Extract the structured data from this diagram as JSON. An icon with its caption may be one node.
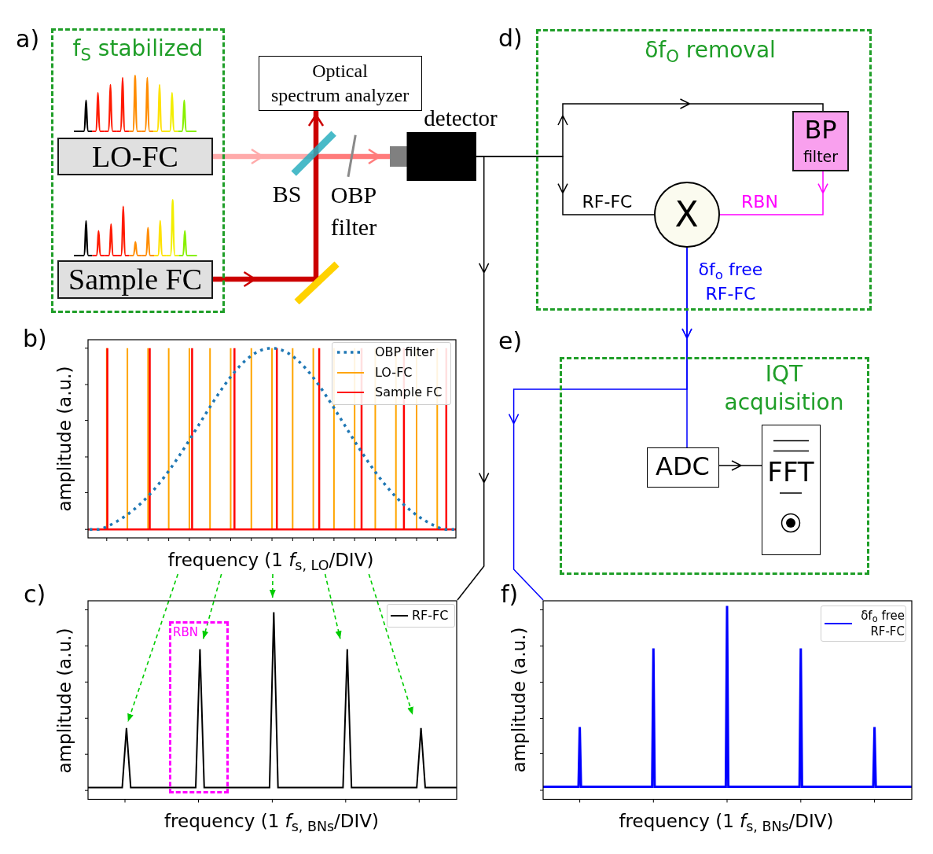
{
  "diagram": {
    "nodes": [
      {
        "text": [
          "f$_{S}$ stabilized"
        ]
      },
      {
        "text": [
          "LO-FC"
        ],
        "in": 0
      },
      {
        "text": [
          "Sample FC"
        ],
        "in": 0
      },
      {
        "text": [
          "Optical spectrum analyzer"
        ]
      },
      {
        "text": [],
        "shape": "bar",
        "beside": [
          "BS"
        ]
      },
      {
        "text": [],
        "shape": "bar",
        "beside": [
          "OBP filter"
        ]
      },
      {
        "text": [],
        "shape": "bar"
      },
      {
        "text": [],
        "shape": "box",
        "beside": [
          "detector"
        ]
      },
      {
        "text": [
          "δf$_{O}$ removal"
        ]
      },
      {
        "text": [
          "BP",
          "filter"
        ],
        "in": 8
      },
      {
        "text": [
          "X"
        ],
        "in": 8
      },
      {
        "text": [
          "IQT acquisition"
        ]
      },
      {
        "text": [
          "ADC"
        ],
        "in": 11
      },
      {
        "text": [
          "FFT"
        ],
        "in": 11
      },
      {
        "text": [
          "amplitude (a.u.)",
          "frequency (1 *f*$_{s, LO}$/DIV)"
        ]
      },
      {
        "text": [
          "amplitude (a.u.)",
          "frequency (1 *f*$_{s, BNs}$/DIV)"
        ]
      },
      {
        "text": [
          "RBN"
        ],
        "in": 15
      },
      {
        "text": [
          "amplitude (a.u.)",
          "frequency (1 *f*$_{s, BNs}$/DIV)"
        ]
      }
    ],
    "edges": [
      {
        "from": 1,
        "to": 4,
        "arrow": "to",
        "style": "thick",
        "color": "#ffaaaa"
      },
      {
        "from": 4,
        "to": 5,
        "arrow": "none",
        "style": "thick",
        "color": "#ff7b7b"
      },
      {
        "from": 5,
        "to": 7,
        "arrow": "to",
        "style": "thick",
        "color": "#ff7b7b"
      },
      {
        "from": 2,
        "to": 6,
        "arrow": "to",
        "style": "thick",
        "color": "#cc0000"
      },
      {
        "from": 6,
        "to": 4,
        "arrow": "none",
        "style": "thick",
        "color": "#cc0000"
      },
      {
        "from": 4,
        "to": 3,
        "arrow": "to",
        "style": "thick",
        "color": "#cc0000"
      },
      {
        "from": 7,
        "to": 9,
        "arrow": "to",
        "color": "#000000"
      },
      {
        "from": 7,
        "to": 10,
        "arrow": "to",
        "label": "RF-FC",
        "color": "#000000"
      },
      {
        "from": 9,
        "to": 10,
        "arrow": "to",
        "label": "RBN",
        "color": "#ff00ff"
      },
      {
        "from": 10,
        "to": 12,
        "arrow": "to",
        "label": "δf$_{o}$ free RF-FC",
        "color": "#0000ff"
      },
      {
        "from": 10,
        "to": 17,
        "arrow": "to",
        "color": "#0000ff"
      },
      {
        "from": 12,
        "to": 13,
        "arrow": "to",
        "color": "#000000"
      },
      {
        "from": 7,
        "to": 15,
        "arrow": "to",
        "color": "#000000"
      },
      {
        "from": 14,
        "to": 15,
        "arrow": "to",
        "style": "dashed",
        "color": "#00cc00"
      },
      {
        "from": 14,
        "to": 16,
        "arrow": "to",
        "style": "dashed",
        "color": "#00cc00"
      },
      {
        "from": 14,
        "to": 15,
        "arrow": "to",
        "style": "dashed",
        "color": "#00cc00"
      },
      {
        "from": 14,
        "to": 15,
        "arrow": "to",
        "style": "dashed",
        "color": "#00cc00"
      },
      {
        "from": 14,
        "to": 15,
        "arrow": "to",
        "style": "dashed",
        "color": "#00cc00"
      }
    ],
    "labels": [
      "a)",
      "d)",
      "b)",
      "e)",
      "c)",
      "f)"
    ],
    "legend": [
      {
        "text": "OBP filter"
      },
      {
        "text": "LO-FC"
      },
      {
        "text": "Sample FC"
      },
      {
        "text": "RF-FC"
      },
      {
        "text": "δf$_{o}$ free RF-FC"
      }
    ]
  }
}
